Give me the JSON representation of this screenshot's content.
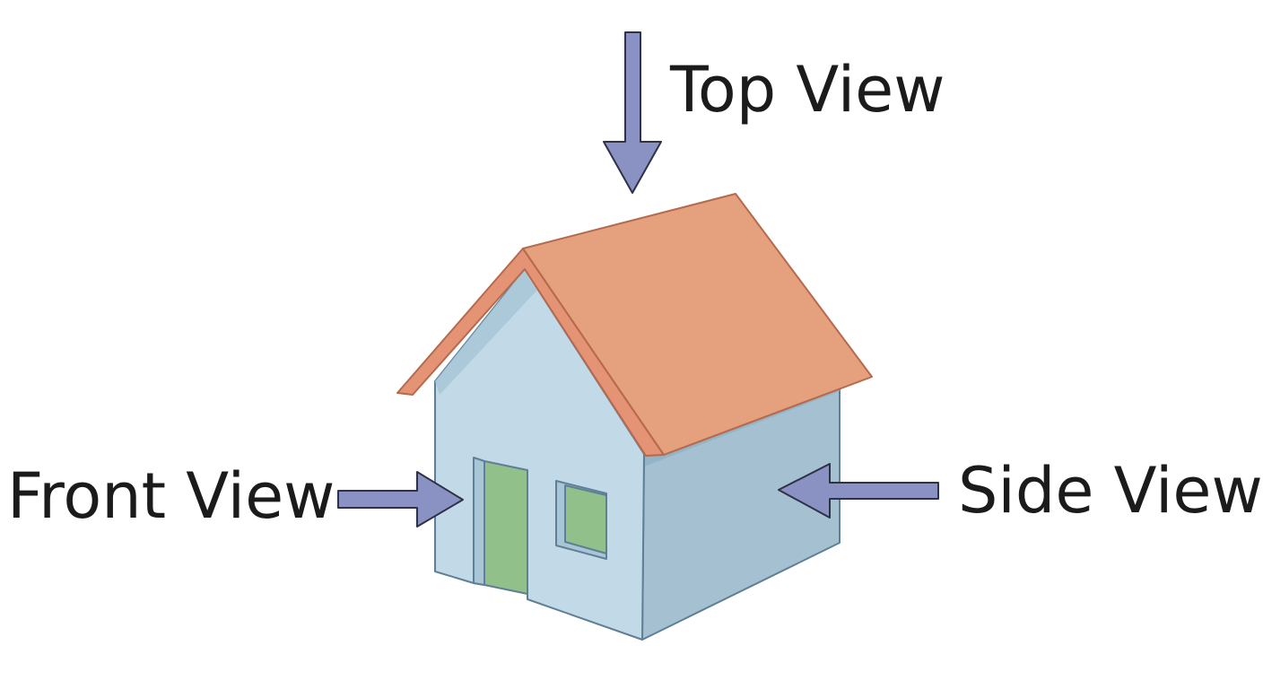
{
  "labels": {
    "top": "Top View",
    "front": "Front View",
    "side": "Side View"
  },
  "colors": {
    "roof": "#e5a07d",
    "roof_edge": "#e49375",
    "roof_outline": "#b56a4e",
    "wall_front": "#c2d9e7",
    "wall_side": "#a5c0d0",
    "wall_outline": "#5f7f96",
    "door": "#92c08b",
    "window": "#92c08b",
    "arrow": "#8a92c4",
    "arrow_outline": "#2f3247",
    "label_text": "#1b1b1b"
  }
}
